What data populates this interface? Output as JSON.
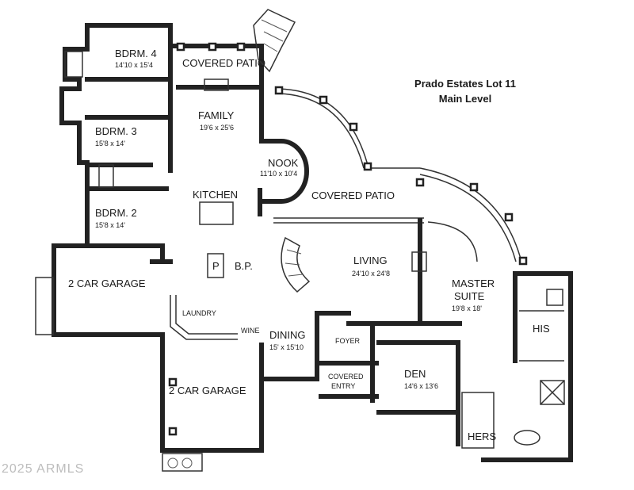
{
  "title": {
    "line1": "Prado Estates Lot 11",
    "line2": "Main Level"
  },
  "watermark": "2025 ARMLS",
  "rooms": {
    "bdrm4": {
      "name": "BDRM. 4",
      "size": "14'10 x 15'4"
    },
    "covered_patio_top": {
      "name": "COVERED PATIO"
    },
    "family": {
      "name": "FAMILY",
      "size": "19'6 x 25'6"
    },
    "bdrm3": {
      "name": "BDRM. 3",
      "size": "15'8 x 14'"
    },
    "nook": {
      "name": "NOOK",
      "size": "11'10 x 10'4"
    },
    "kitchen": {
      "name": "KITCHEN"
    },
    "covered_patio": {
      "name": "COVERED PATIO"
    },
    "bdrm2": {
      "name": "BDRM. 2",
      "size": "15'8 x 14'"
    },
    "garage1": {
      "name": "2 CAR GARAGE"
    },
    "pantry": {
      "name": "P"
    },
    "bp": {
      "name": "B.P."
    },
    "living": {
      "name": "LIVING",
      "size": "24'10 x 24'8"
    },
    "master": {
      "name": "MASTER",
      "name2": "SUITE",
      "size": "19'8 x 18'"
    },
    "laundry": {
      "name": "LAUNDRY"
    },
    "wine": {
      "name": "WINE"
    },
    "dining": {
      "name": "DINING",
      "size": "15' x 15'10"
    },
    "his": {
      "name": "HIS"
    },
    "foyer": {
      "name": "FOYER"
    },
    "covered_entry": {
      "name": "COVERED",
      "name2": "ENTRY"
    },
    "den": {
      "name": "DEN",
      "size": "14'6 x 13'6"
    },
    "garage2": {
      "name": "2 CAR GARAGE"
    },
    "hers": {
      "name": "HERS"
    }
  }
}
